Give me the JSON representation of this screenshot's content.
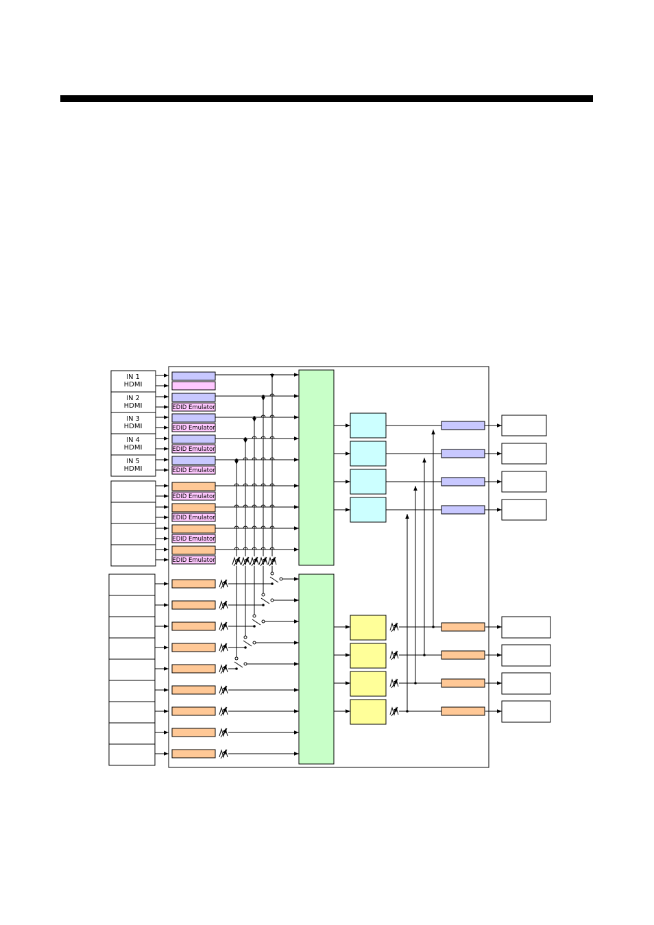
{
  "colors": {
    "header_bar": "#000000",
    "input_receiver": "#c8c8ff",
    "edid_empty": "#ffc8ff",
    "edid_emulator": "#ffc8ff",
    "analog_input": "#ffc896",
    "matrix_switch": "#c8ffc8",
    "scaler": "#ccffff",
    "analog_processor": "#ffff99",
    "output_transmitter": "#c8c8ff",
    "analog_output": "#ffc896"
  },
  "diagram": {
    "hdmi_inputs": [
      {
        "line1": "IN 1",
        "line2": "HDMI"
      },
      {
        "line1": "IN 2",
        "line2": "HDMI"
      },
      {
        "line1": "IN 3",
        "line2": "HDMI"
      },
      {
        "line1": "IN 4",
        "line2": "HDMI"
      },
      {
        "line1": "IN 5",
        "line2": "HDMI"
      }
    ],
    "edid_label": "EDID Emulator"
  }
}
